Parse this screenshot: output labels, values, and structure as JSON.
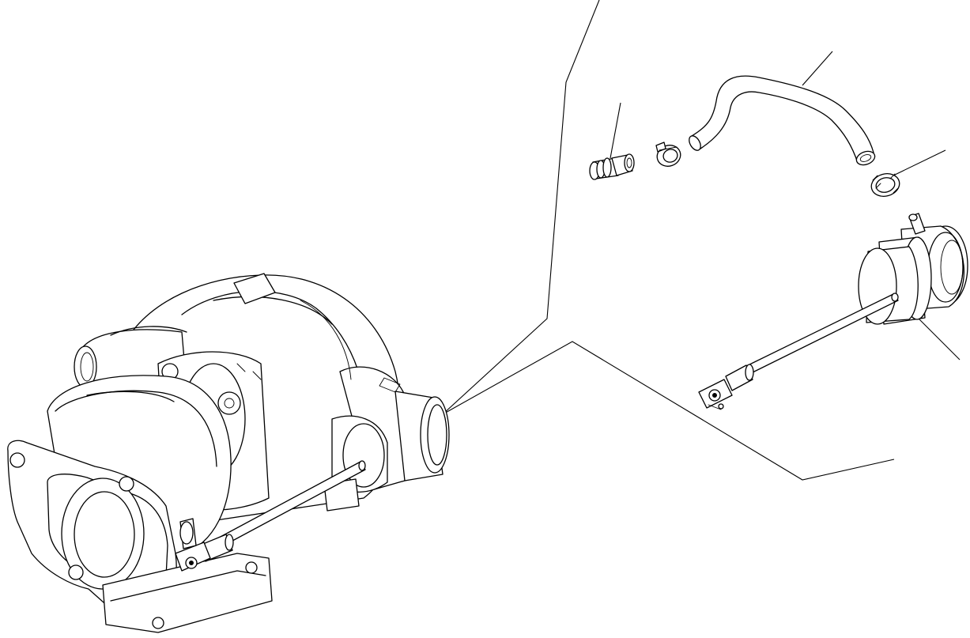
{
  "drawing": {
    "parts": [
      {
        "id": "turbocharger",
        "name": "turbocharger-assembly"
      },
      {
        "id": "actuator",
        "name": "wastegate-actuator"
      },
      {
        "id": "hose",
        "name": "actuator-hose"
      },
      {
        "id": "clamp-1",
        "name": "hose-clamp"
      },
      {
        "id": "clamp-2",
        "name": "hose-clamp"
      },
      {
        "id": "connector",
        "name": "hose-connector-fitting"
      }
    ],
    "callouts": [
      "",
      "",
      "",
      "",
      ""
    ],
    "colors": {
      "line": "#000000",
      "background": "#ffffff"
    }
  }
}
